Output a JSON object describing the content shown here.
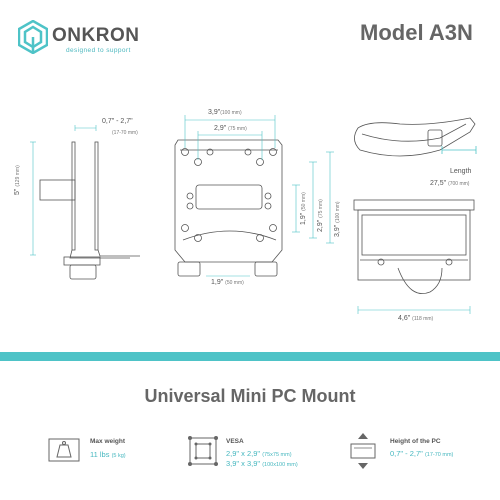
{
  "brand": {
    "name": "ONKRON",
    "tagline": "designed to support",
    "colors": {
      "accent": "#4ec3c7",
      "text": "#555555"
    }
  },
  "model": "Model A3N",
  "diagram": {
    "side_view": {
      "width_range": "0,7\" - 2,7\"",
      "width_range_mm": "(17-70 mm)",
      "height": "5\"",
      "height_mm": "(129 mm)"
    },
    "front_plate": {
      "width_outer": "3,9\"",
      "width_outer_mm": "(100 mm)",
      "width_inner": "2,9\"",
      "width_inner_mm": "(75 mm)",
      "height_inner": "1,9\"",
      "height_inner_mm": "(50 mm)",
      "height_mid": "2,9\"",
      "height_mid_mm": "(75 mm)",
      "height_outer": "3,9\"",
      "height_outer_mm": "(100 mm)",
      "bottom_width": "1,9\"",
      "bottom_width_mm": "(50 mm)"
    },
    "strap": {
      "label": "Length",
      "length": "27,5\"",
      "length_mm": "(700 mm)"
    },
    "holder": {
      "width": "4,6\"",
      "width_mm": "(118 mm)"
    }
  },
  "product_title": "Universal Mini PC Mount",
  "specs": [
    {
      "icon": "weight-icon",
      "label": "Max weight",
      "value": "11 lbs",
      "value_small": "(5 kg)"
    },
    {
      "icon": "vesa-icon",
      "label": "VESA",
      "value": "2,9\" x 2,9\"",
      "value_small": "(75x75 mm)",
      "value2": "3,9\" x 3,9\"",
      "value2_small": "(100x100 mm)"
    },
    {
      "icon": "height-icon",
      "label": "Height of the PC",
      "value": "0,7\" - 2,7\"",
      "value_small": "(17-70 mm)"
    }
  ]
}
